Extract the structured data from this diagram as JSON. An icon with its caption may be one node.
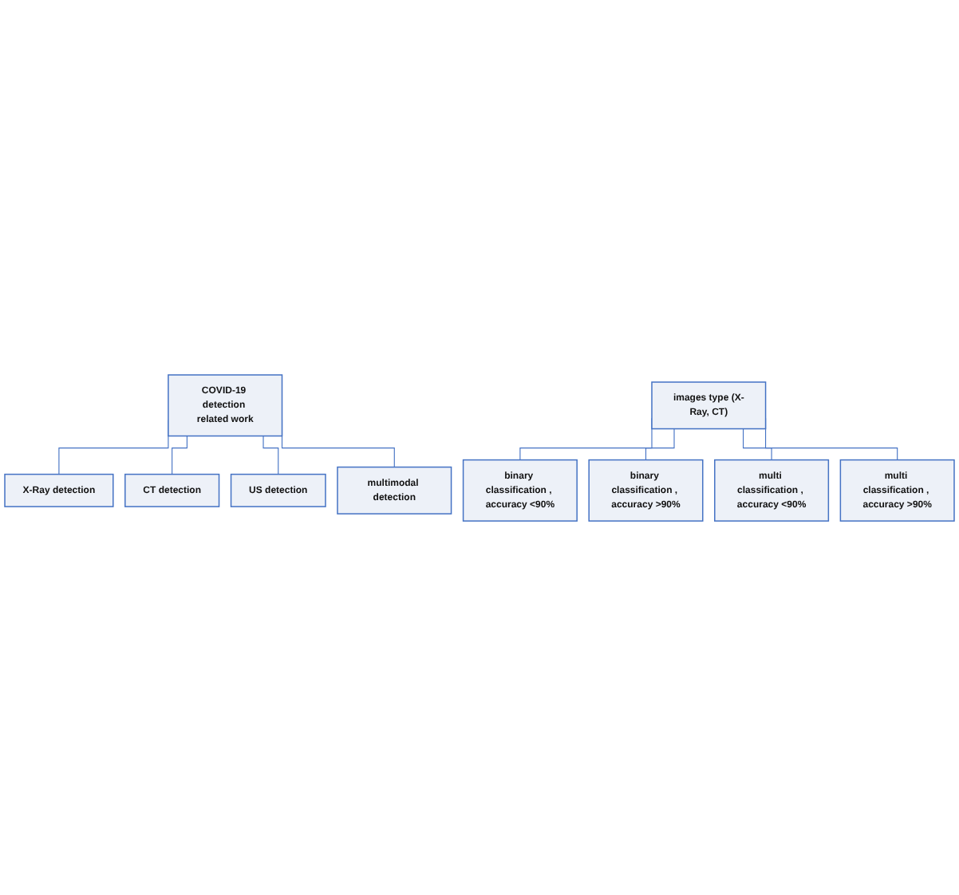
{
  "diagram": {
    "nodes": [
      {
        "text": [
          "COVID-19 detection related work"
        ]
      },
      {
        "text": [
          "X-Ray detection"
        ]
      },
      {
        "text": [
          "CT detection"
        ]
      },
      {
        "text": [
          "US detection"
        ]
      },
      {
        "text": [
          "multimodal detection"
        ]
      },
      {
        "text": [
          "images type (X-Ray, CT)"
        ]
      },
      {
        "text": [
          "binary classification , accuracy <90%"
        ]
      },
      {
        "text": [
          "binary classification , accuracy >90%"
        ]
      },
      {
        "text": [
          "multi classification , accuracy <90%"
        ]
      },
      {
        "text": [
          "multi classification , accuracy >90%"
        ]
      }
    ],
    "edges": [
      {
        "from": 0,
        "to": 1,
        "arrow": "none"
      },
      {
        "from": 0,
        "to": 2,
        "arrow": "none"
      },
      {
        "from": 0,
        "to": 3,
        "arrow": "none"
      },
      {
        "from": 0,
        "to": 4,
        "arrow": "none"
      },
      {
        "from": 5,
        "to": 6,
        "arrow": "none"
      },
      {
        "from": 5,
        "to": 7,
        "arrow": "none"
      },
      {
        "from": 5,
        "to": 8,
        "arrow": "none"
      },
      {
        "from": 5,
        "to": 9,
        "arrow": "none"
      }
    ]
  }
}
